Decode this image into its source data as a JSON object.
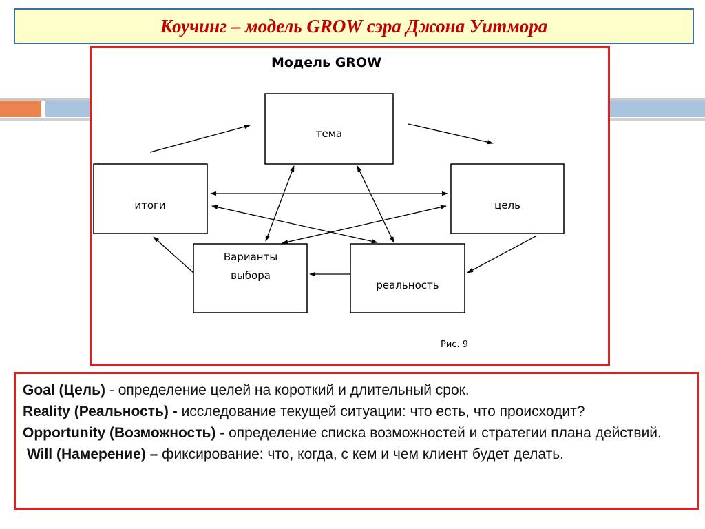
{
  "title": "Коучинг – модель GROW сэра Джона Уитмора",
  "diagram": {
    "heading": "Модель GROW",
    "nodes": {
      "tema": "тема",
      "itogi": "итоги",
      "cel": "цель",
      "varianty_line1": "Варианты",
      "varianty_line2": "выбора",
      "realnost": "реальность"
    },
    "caption": "Рис. 9"
  },
  "definitions": [
    {
      "term": "Goal (Цель)",
      "sep": " - ",
      "desc": " определение целей на короткий и длительный срок."
    },
    {
      "term": "Reality (Реальность)",
      "sep": " - ",
      "desc": "исследование текущей ситуации: что есть, что происходит?"
    },
    {
      "term": "Opportunity (Возможность)",
      "sep": " - ",
      "desc": "определение списка возможностей и стратегии плана действий."
    },
    {
      "term": "Will (Намерение)",
      "sep": " – ",
      "desc": "фиксирование: что, когда, с кем и чем клиент будет делать."
    }
  ],
  "colors": {
    "title": "#c00000",
    "title_bg": "#ffffcc",
    "frame": "#e02020",
    "accent_orange": "#e8824e",
    "accent_blue": "#a9c2dd"
  }
}
